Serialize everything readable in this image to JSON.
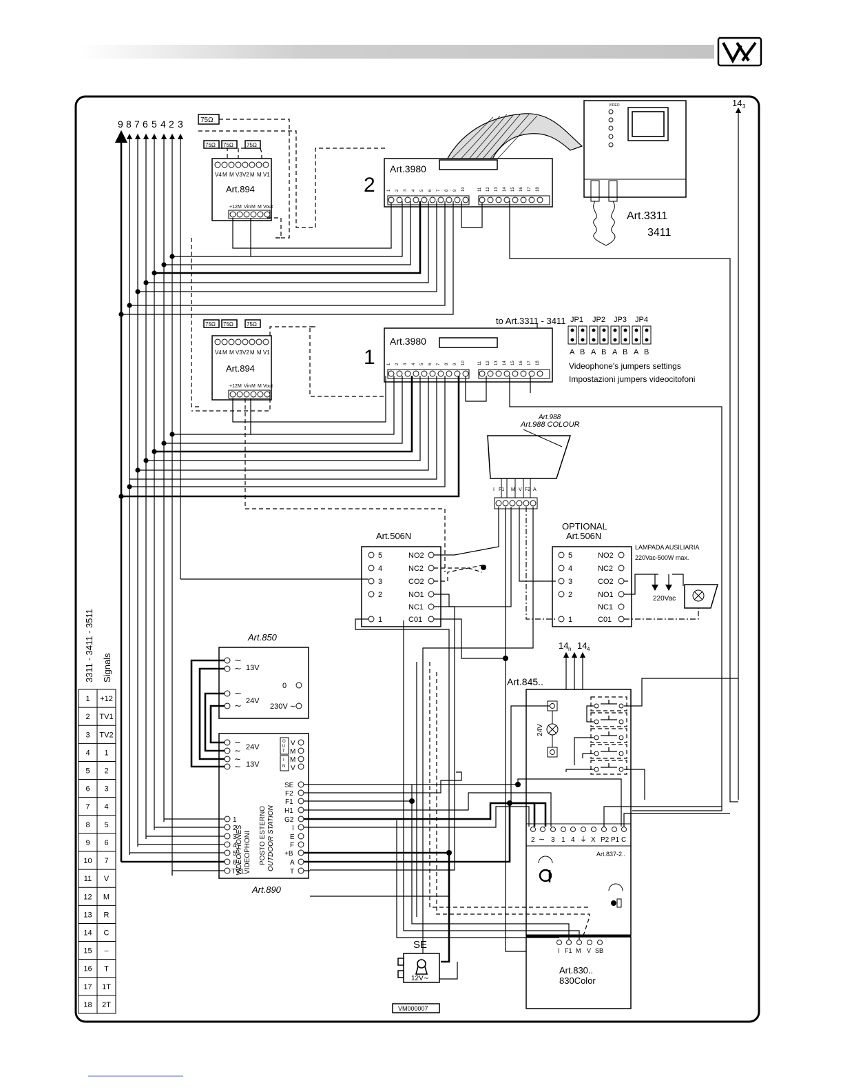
{
  "header": {
    "logo": "VX"
  },
  "bus": {
    "wire_numbers": [
      "9",
      "8",
      "7",
      "6",
      "5",
      "4",
      "2",
      "3"
    ],
    "top_right": "14",
    "top_right_sub": "3"
  },
  "resistor": {
    "label": "75Ω"
  },
  "art894": {
    "name": "Art.894",
    "top_terms": [
      "V4",
      "M",
      "M",
      "V3",
      "V2",
      "M",
      "M",
      "V1"
    ],
    "bottom_terms": [
      "+12",
      "M",
      "Vin",
      "M",
      "M",
      "Vout"
    ]
  },
  "art3980_2": {
    "name": "Art.3980",
    "index": "2"
  },
  "art3980_1": {
    "name": "Art.3980",
    "index": "1"
  },
  "terminal_numbers": [
    "1",
    "2",
    "3",
    "4",
    "5",
    "6",
    "7",
    "8",
    "9",
    "10",
    "11",
    "12",
    "13",
    "14",
    "15",
    "16",
    "17",
    "18"
  ],
  "monitor": {
    "name1": "Art.3311",
    "name2": "3411",
    "panel_label": "VIDEO"
  },
  "to_monitor": "to Art.3311 - 3411",
  "jumpers": {
    "names": [
      "JP1",
      "JP2",
      "JP3",
      "JP4"
    ],
    "positions": [
      "A",
      "B",
      "A",
      "B",
      "A",
      "B",
      "A",
      "B"
    ],
    "caption_en": "Videophone's jumpers settings",
    "caption_it": "Impostazioni jumpers videocitofoni"
  },
  "art988": {
    "name1": "Art.988",
    "name2": "Art.988 COLOUR",
    "terms": [
      "I",
      "F1",
      "M",
      "V",
      "F2",
      "A"
    ]
  },
  "art506": {
    "name": "Art.506N",
    "left_terms": [
      "5",
      "4",
      "3",
      "2",
      "1"
    ],
    "right_terms": [
      "NO2",
      "NC2",
      "CO2",
      "NO1",
      "NC1",
      "C01"
    ]
  },
  "art506_opt": {
    "optional": "OPTIONAL",
    "name": "Art.506N",
    "lamp_title": "LAMPADA AUSILIARIA",
    "lamp_spec": "220Vac-500W max.",
    "lamp_voltage": "220Vac"
  },
  "art850": {
    "name": "Art.850",
    "v13": "13V",
    "v24": "24V",
    "zero": "0",
    "v230": "230V ∼"
  },
  "art890": {
    "name": "Art.890",
    "v24": "24V",
    "v13": "13V",
    "out_in": [
      "O",
      "U",
      "T",
      "I",
      "N"
    ],
    "out_terms": [
      "V",
      "M",
      "M",
      "V"
    ],
    "vert_videophones": "VIDEOPHONES",
    "vert_videophoni": "VIDEOPHONI",
    "vert_posto": "POSTO ESTERNO",
    "vert_outdoor": "OUTDOOR STATION",
    "left_terms": [
      "1",
      "2",
      "3",
      "4",
      "5",
      "6",
      "TV1"
    ],
    "right_terms": [
      "SE",
      "F2",
      "F1",
      "H1",
      "G2",
      "I",
      "E",
      "F",
      "+B",
      "A",
      "T"
    ]
  },
  "art845": {
    "name": "Art.845..",
    "lamp_voltage": "24V",
    "wire_14n": "14",
    "wire_14n_sub": "n",
    "wire_144": "14",
    "wire_144_sub": "4"
  },
  "art837": {
    "name": "Art.837-2..",
    "terms": [
      "2",
      "∼",
      "3",
      "1",
      "4",
      "⏚",
      "X",
      "P2",
      "P1",
      "C"
    ]
  },
  "art830": {
    "name1": "Art.830..",
    "name2": "830Color",
    "terms": [
      "I",
      "F1",
      "M",
      "V",
      "SB"
    ]
  },
  "lock": {
    "name": "SE",
    "voltage": "12V∼"
  },
  "signals_table": {
    "title1": "3311 - 3411 - 3511",
    "title2": "Signals",
    "rows": [
      [
        "1",
        "+12"
      ],
      [
        "2",
        "TV1"
      ],
      [
        "3",
        "TV2"
      ],
      [
        "4",
        "1"
      ],
      [
        "5",
        "2"
      ],
      [
        "6",
        "3"
      ],
      [
        "7",
        "4"
      ],
      [
        "8",
        "5"
      ],
      [
        "9",
        "6"
      ],
      [
        "10",
        "7"
      ],
      [
        "11",
        "V"
      ],
      [
        "12",
        "M"
      ],
      [
        "13",
        "R"
      ],
      [
        "14",
        "C"
      ],
      [
        "15",
        "–"
      ],
      [
        "16",
        "T"
      ],
      [
        "17",
        "1T"
      ],
      [
        "18",
        "2T"
      ]
    ]
  },
  "doc_code": "VM000007"
}
